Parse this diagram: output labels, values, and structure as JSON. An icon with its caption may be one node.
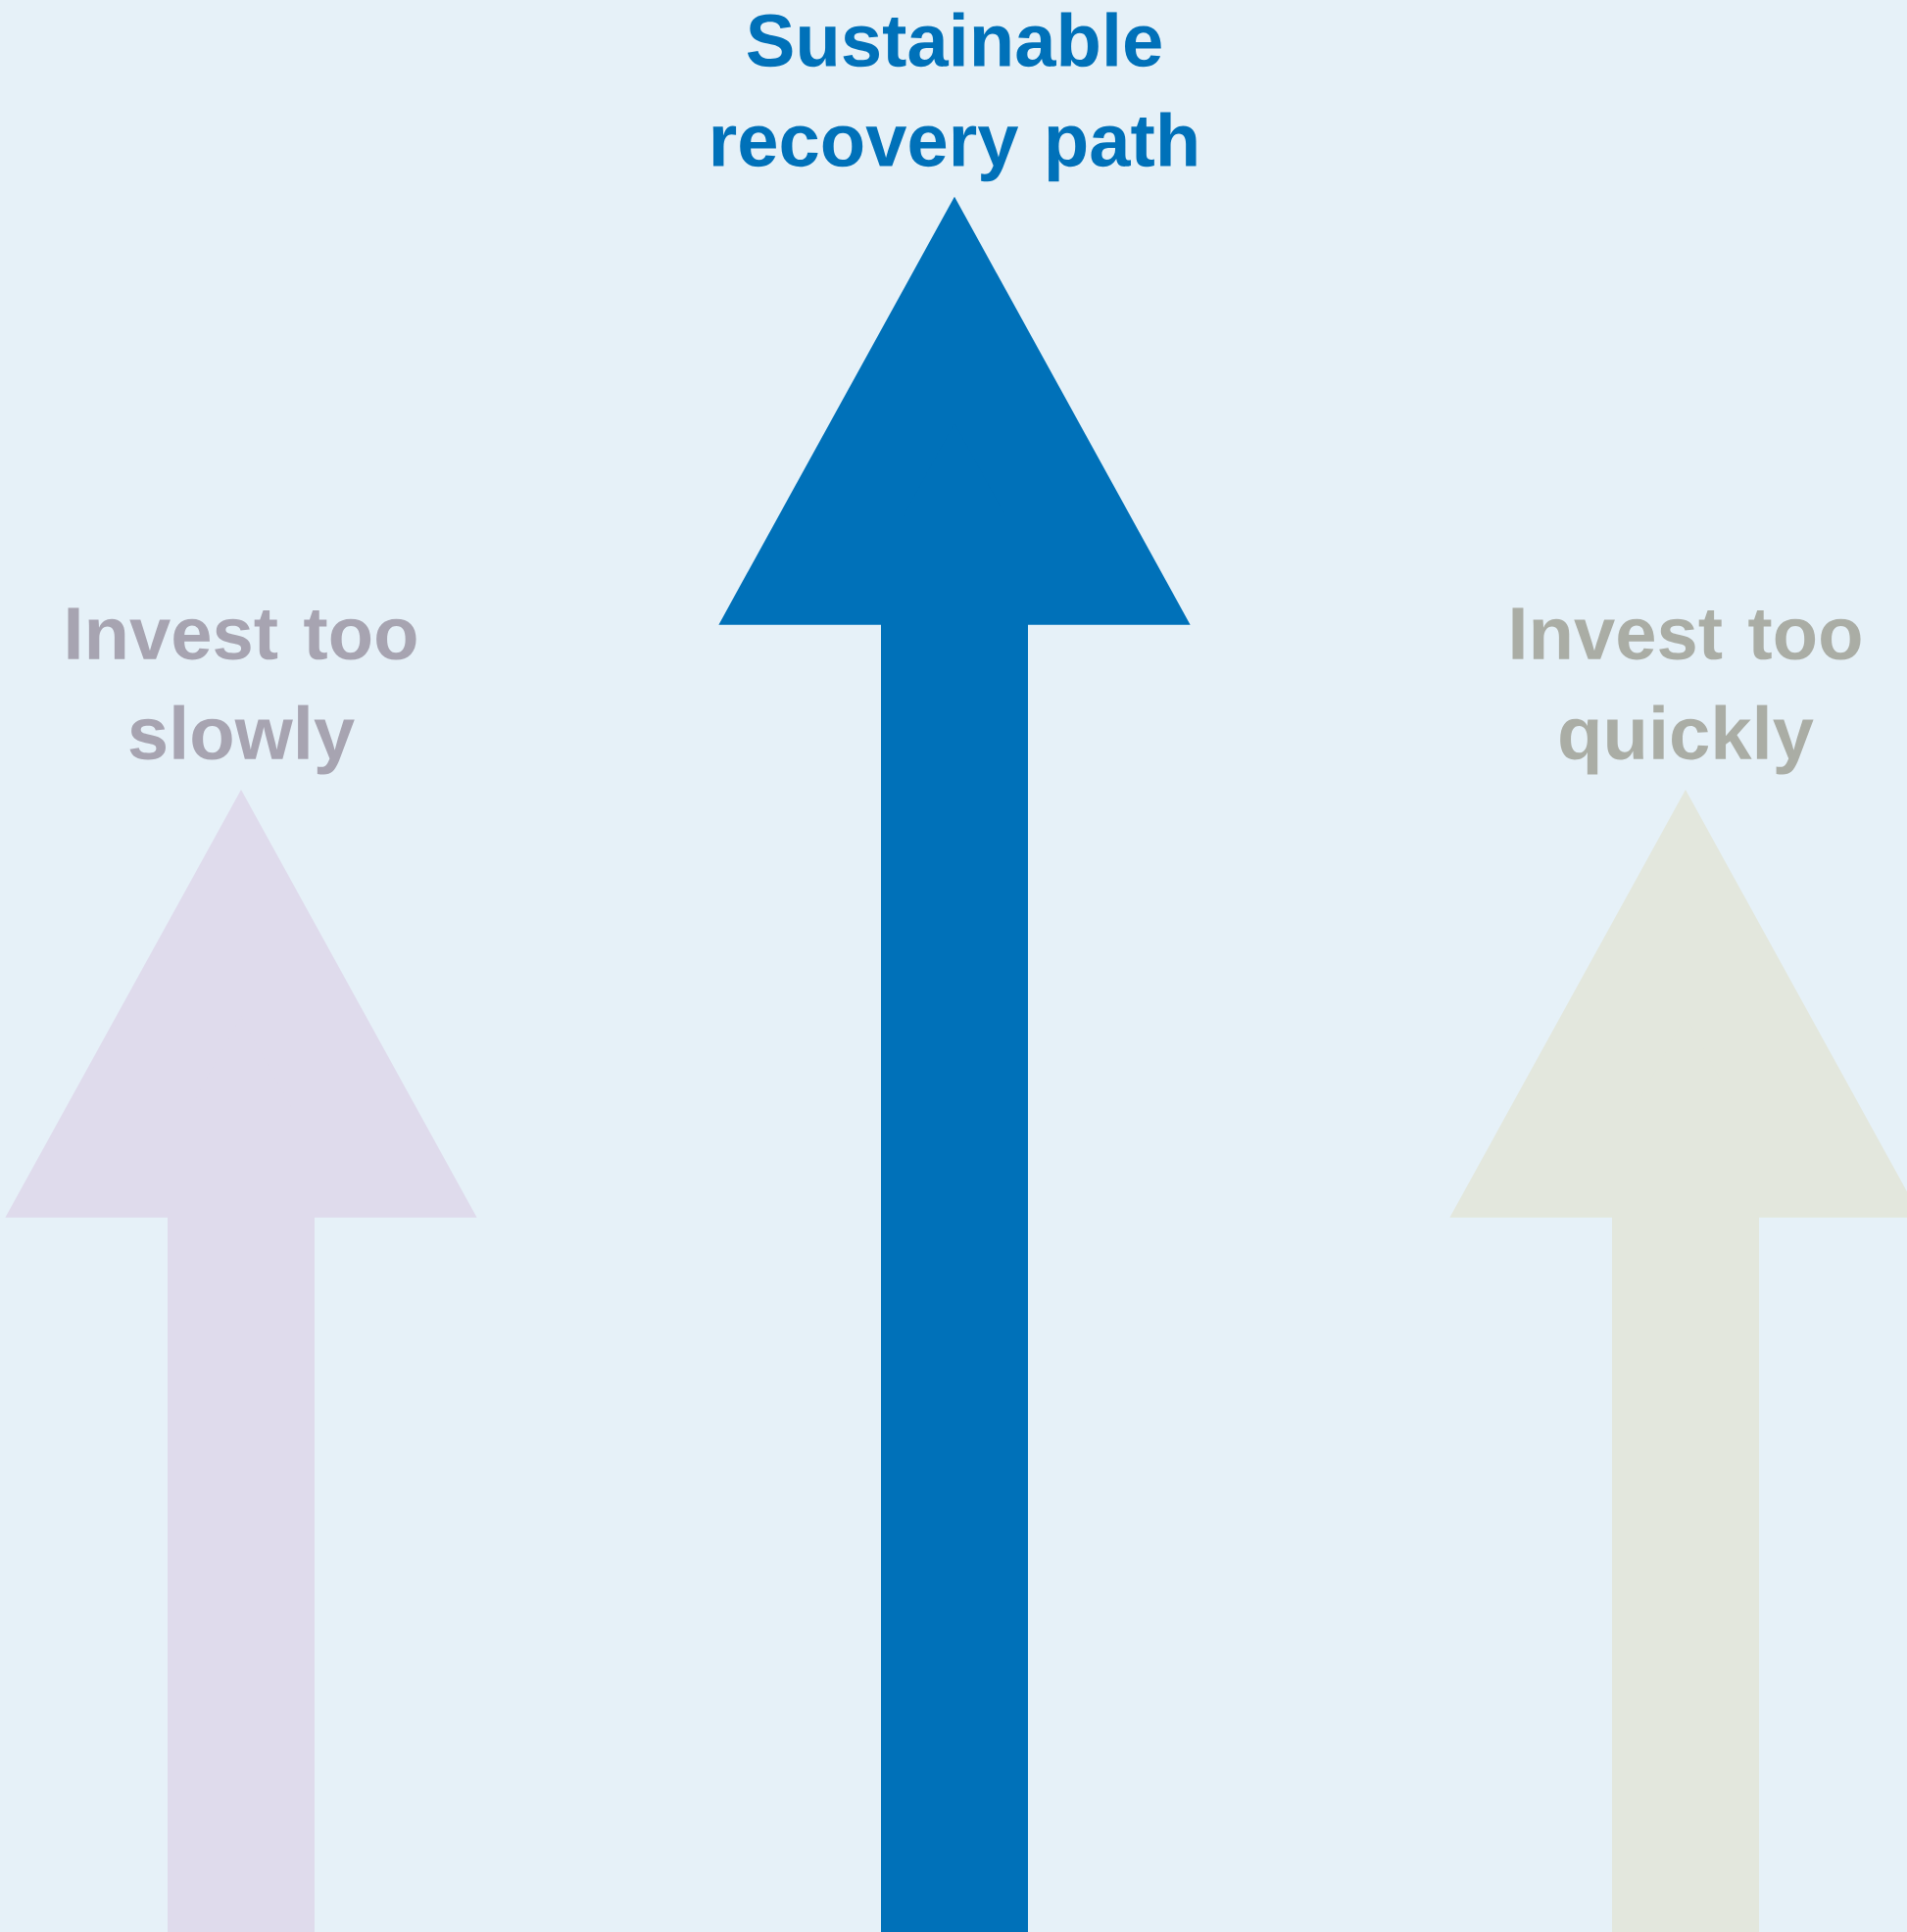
{
  "diagram": {
    "nodes": [
      {
        "text": [
          "Invest too slowly"
        ]
      },
      {
        "text": [
          "Sustainable recovery path"
        ]
      },
      {
        "text": [
          "Invest too quickly"
        ]
      }
    ],
    "edges": [
      {
        "from": null,
        "to": 0,
        "arrow": "to",
        "color": "#dfdbec"
      },
      {
        "from": null,
        "to": 1,
        "arrow": "to",
        "color": "#0071b9"
      },
      {
        "from": null,
        "to": 2,
        "arrow": "to",
        "color": "#e3e7dd"
      }
    ]
  }
}
